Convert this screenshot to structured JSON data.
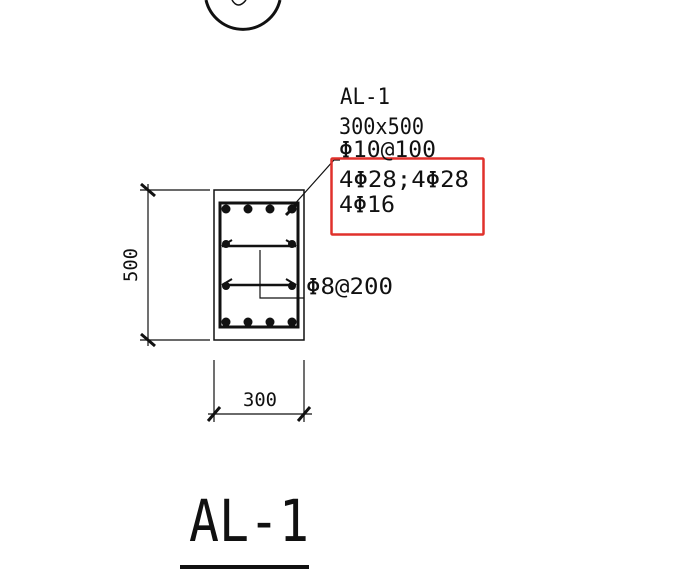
{
  "beam": {
    "id": "AL-1",
    "size": "300x500",
    "stirrup": "Φ10@100",
    "rebar_top_bottom": "4Φ28;4Φ28",
    "rebar_side": "4Φ16",
    "tie": "Φ8@200"
  },
  "dimensions": {
    "width": "300",
    "height": "500"
  },
  "title": "AL-1",
  "colors": {
    "line": "#111111",
    "highlight": "#e0312b"
  }
}
